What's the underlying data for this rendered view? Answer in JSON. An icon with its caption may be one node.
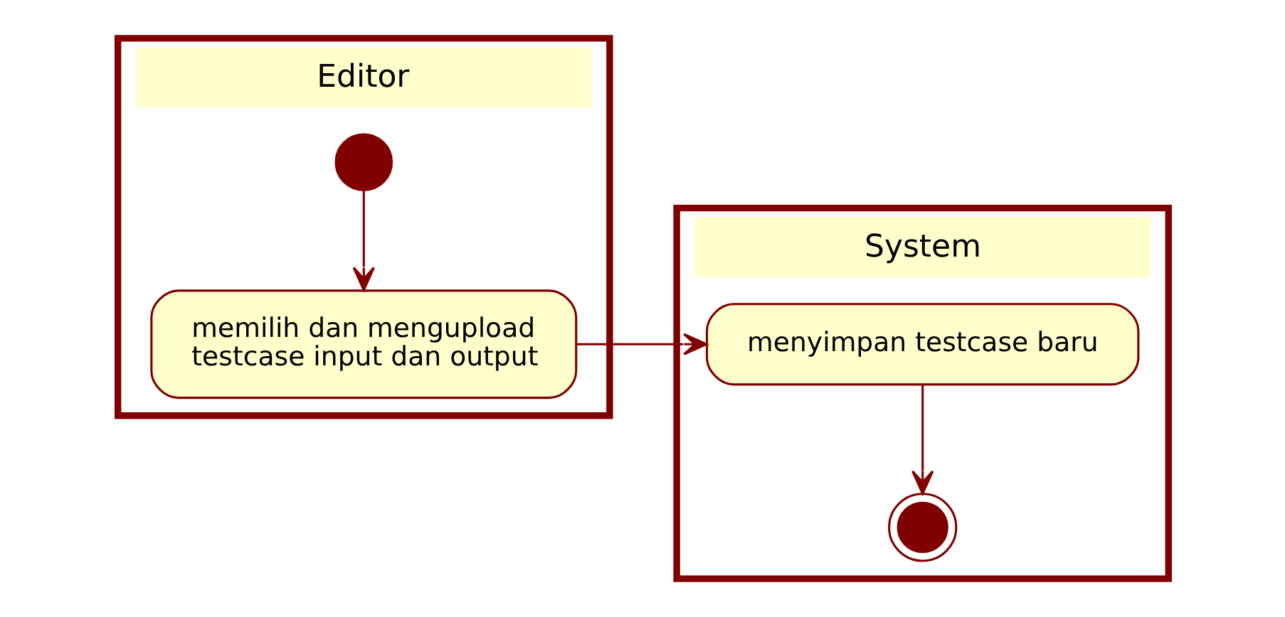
{
  "diagram": {
    "nodes": [
      {
        "text": [
          "Editor"
        ]
      },
      {
        "text": [
          "System"
        ]
      },
      {
        "text": [],
        "shape": "circle",
        "in": 0
      },
      {
        "text": [
          "memilih dan mengupload testcase input dan output"
        ],
        "in": 0
      },
      {
        "text": [
          "menyimpan testcase baru"
        ],
        "in": 1
      },
      {
        "text": [],
        "shape": "bullseye",
        "in": 1
      }
    ],
    "edges": [
      {
        "from": 2,
        "to": 3,
        "arrow": "to"
      },
      {
        "from": 3,
        "to": 4,
        "arrow": "to"
      },
      {
        "from": 4,
        "to": 5,
        "arrow": "to"
      }
    ]
  }
}
